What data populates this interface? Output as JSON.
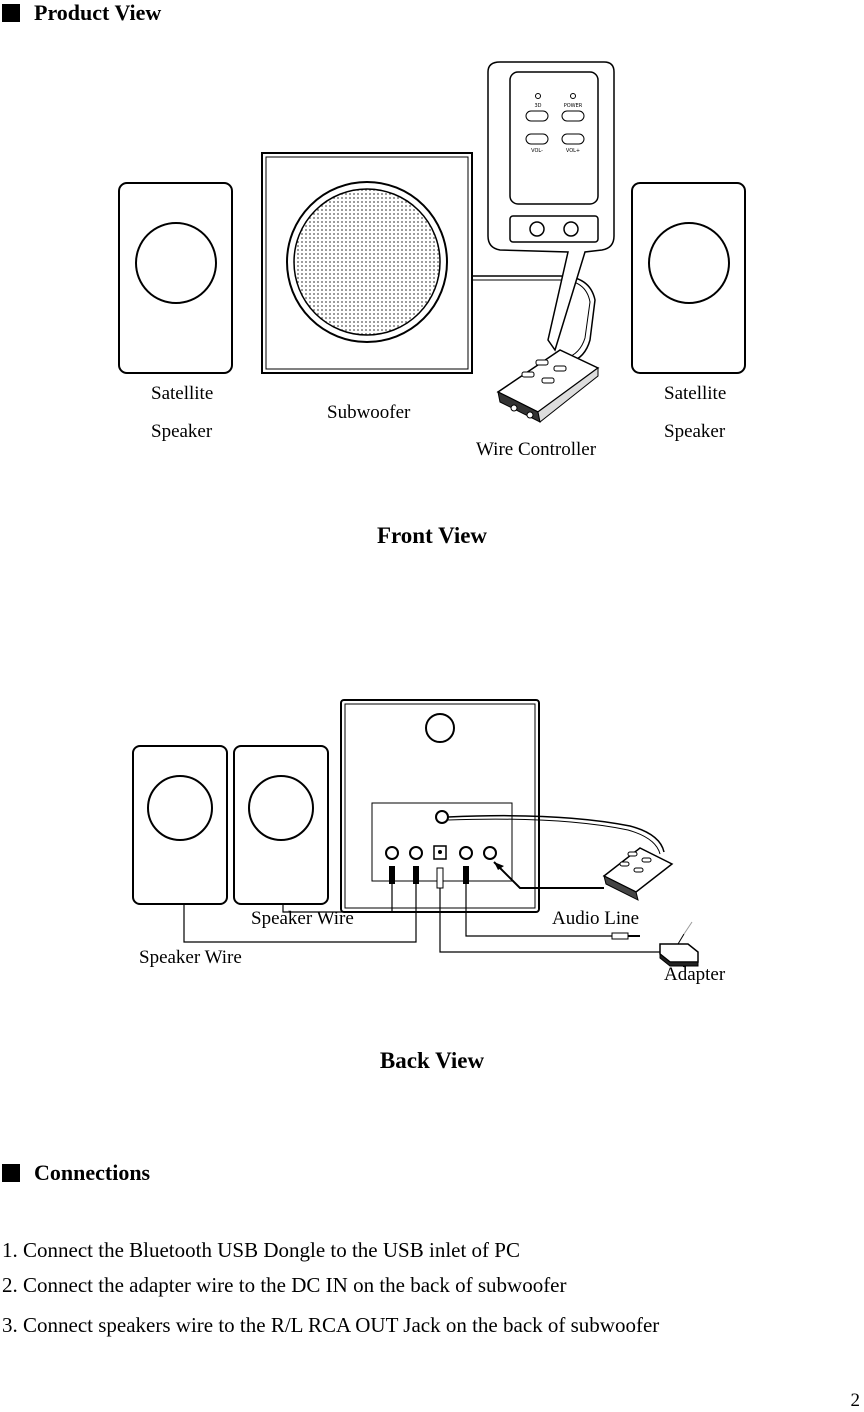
{
  "section_product": {
    "title": "Product View"
  },
  "front": {
    "caption": "Front View",
    "labels": {
      "satellite_left_1": "Satellite",
      "satellite_left_2": "Speaker",
      "subwoofer": "Subwoofer",
      "wire_controller": "Wire Controller",
      "satellite_right_1": "Satellite",
      "satellite_right_2": "Speaker"
    },
    "panel": {
      "btn1": "3D",
      "btn2": "POWER",
      "btn3": "VOL-",
      "btn4": "VOL+"
    }
  },
  "back": {
    "caption": "Back View",
    "labels": {
      "speaker_wire_1": "Speaker Wire",
      "speaker_wire_2": "Speaker Wire",
      "audio_line": "Audio Line",
      "adapter": "Adapter"
    }
  },
  "section_connections": {
    "title": "Connections",
    "steps": [
      "1. Connect the Bluetooth USB Dongle to the USB inlet of PC",
      "2. Connect the adapter wire to the DC IN on the back of subwoofer",
      "3. Connect speakers wire to the R/L RCA OUT Jack on the back of subwoofer"
    ]
  },
  "page_number": "2"
}
